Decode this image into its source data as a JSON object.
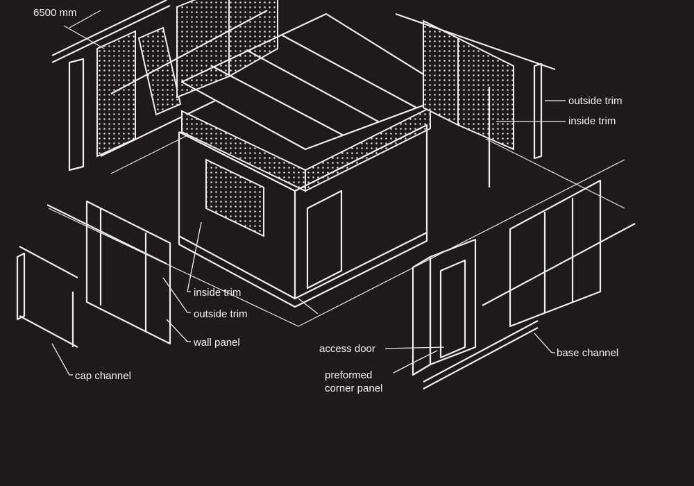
{
  "diagram": {
    "dimension_label": "6500 mm",
    "labels": {
      "outside_trim_right": "outside trim",
      "inside_trim_right": "inside trim",
      "inside_trim_left": "inside trim",
      "outside_trim_left": "outside trim",
      "wall_panel": "wall panel",
      "cap_channel": "cap channel",
      "access_door": "access door",
      "preformed_corner_panel_line1": "preformed",
      "preformed_corner_panel_line2": "corner panel",
      "base_channel": "base channel"
    },
    "colors": {
      "background": "#1e1a1b",
      "lines": "#eeeeee"
    }
  }
}
